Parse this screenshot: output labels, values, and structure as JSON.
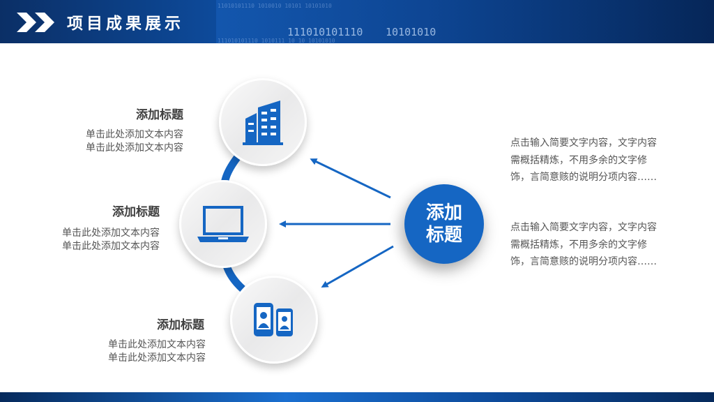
{
  "header": {
    "title": "项目成果展示",
    "binary_row_1": "111010101110",
    "binary_row_2": "10101010",
    "binary_faint_1": "11010101110 1010010 10101 10101010",
    "binary_faint_2": "111010101110 1010111 10 10 10101010"
  },
  "diagram": {
    "items": [
      {
        "title": "添加标题",
        "desc_line1": "单击此处添加文本内容",
        "desc_line2": "单击此处添加文本内容",
        "icon": "building-icon"
      },
      {
        "title": "添加标题",
        "desc_line1": "单击此处添加文本内容",
        "desc_line2": "单击此处添加文本内容",
        "icon": "laptop-icon"
      },
      {
        "title": "添加标题",
        "desc_line1": "单击此处添加文本内容",
        "desc_line2": "单击此处添加文本内容",
        "icon": "mobile-users-icon"
      }
    ],
    "center_label": "添加标题"
  },
  "right_text": {
    "para1": "点击输入简要文字内容，文字内容需概括精炼，不用多余的文字修饰，言简意赅的说明分项内容……",
    "para2": "点击输入简要文字内容，文字内容需概括精炼，不用多余的文字修饰，言简意赅的说明分项内容……"
  },
  "colors": {
    "accent": "#1566c3",
    "header_bg": "#0d4a9a",
    "title_text": "#3f3f3f",
    "body_text": "#555555"
  }
}
